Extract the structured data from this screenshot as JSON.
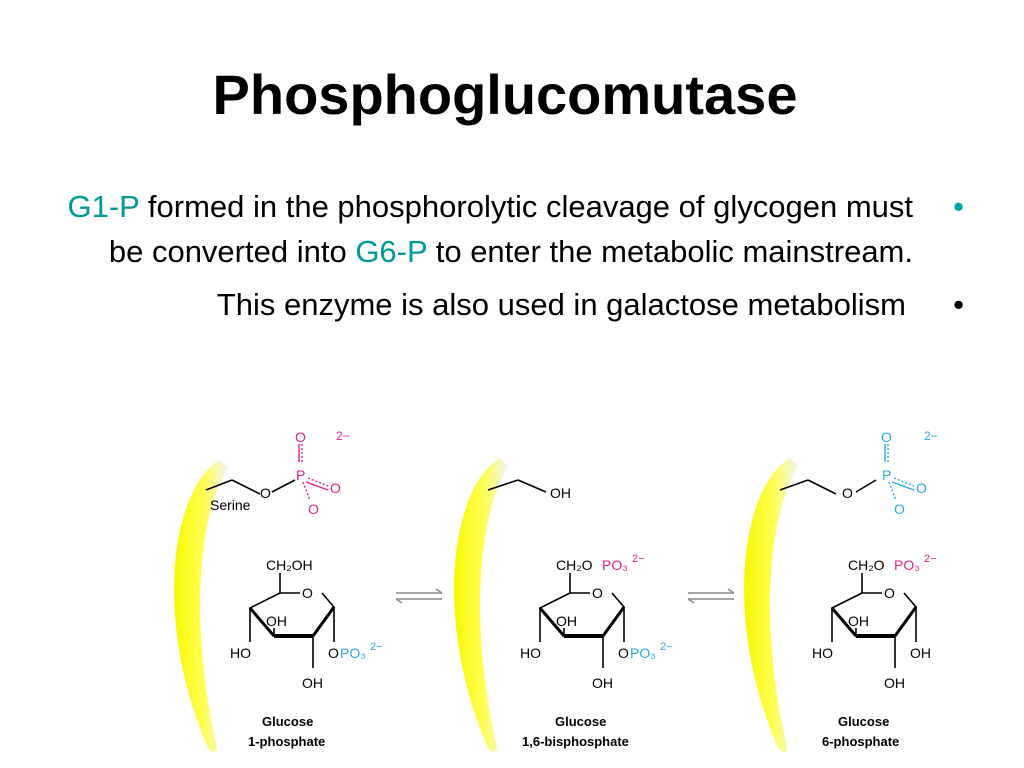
{
  "slide": {
    "title": "Phosphoglucomutase",
    "bullets": [
      {
        "pre": "",
        "term1": "G1-P",
        "mid": " formed in the phosphorolytic cleavage of glycogen must be converted into ",
        "term2": "G6-P",
        "post": " to enter the metabolic mainstream."
      },
      {
        "text": "This enzyme is also used in galactose metabolism"
      }
    ],
    "bullet_marker": "•"
  },
  "figure": {
    "colors": {
      "pink": "#e0218a",
      "blue": "#29a9e0",
      "yellow": "#ffff33",
      "teal": "#009999"
    },
    "phospho": {
      "o": "O",
      "p": "P",
      "charge": "2−"
    },
    "serine_label": "Serine",
    "oh": "OH",
    "ho": "HO",
    "ring_o": "O",
    "ch2oh": "CH₂OH",
    "ch2o": "CH₂O",
    "po3": "PO₃",
    "po3_charge": "2−",
    "molecules": [
      {
        "name_line1": "Glucose",
        "name_line2": "1-phosphate"
      },
      {
        "name_line1": "Glucose",
        "name_line2": "1,6-bisphosphate"
      },
      {
        "name_line1": "Glucose",
        "name_line2": "6-phosphate"
      }
    ]
  }
}
